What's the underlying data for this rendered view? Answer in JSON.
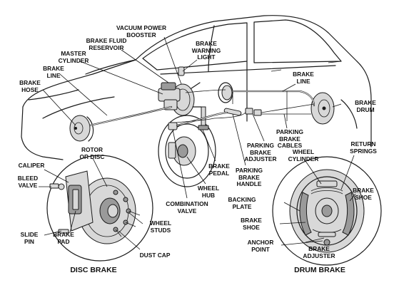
{
  "labels": {
    "vacuum_power_booster": "VACUUM POWER\nBOOSTER",
    "brake_fluid_reservoir": "BRAKE FLUID\nRESERVOIR",
    "master_cylinder": "MASTER\nCYLINDER",
    "brake_line_front": "BRAKE\nLINE",
    "brake_hose": "BRAKE\nHOSE",
    "brake_warning_light": "BRAKE\nWARNING\nLIGHT",
    "brake_line_rear": "BRAKE\nLINE",
    "brake_drum": "BRAKE\nDRUM",
    "parking_brake_cables": "PARKING\nBRAKE\nCABLES",
    "parking_brake_adjuster": "PARKING\nBRAKE\nADJUSTER",
    "parking_brake_handle": "PARKING\nBRAKE\nHANDLE",
    "brake_pedal": "BRAKE\nPEDAL",
    "wheel_hub": "WHEEL\nHUB",
    "combination_valve": "COMBINATION\nVALVE",
    "rotor_or_disc": "ROTOR\nOR DISC",
    "caliper": "CALIPER",
    "bleed_valve": "BLEED\nVALVE",
    "slide_pin": "SLIDE\nPIN",
    "brake_pad": "BRAKE\nPAD",
    "wheel_studs": "WHEEL\nSTUDS",
    "dust_cap": "DUST CAP",
    "wheel_cylinder": "WHEEL\nCYLINDER",
    "return_springs": "RETURN\nSPRINGS",
    "brake_shoe_right": "BRAKE\nSHOE",
    "backing_plate": "BACKING\nPLATE",
    "brake_shoe_left": "BRAKE\nSHOE",
    "anchor_point": "ANCHOR\nPOINT",
    "brake_adjuster": "BRAKE\nADJUSTER"
  },
  "captions": {
    "disc_brake": "DISC BRAKE",
    "drum_brake": "DRUM BRAKE"
  }
}
